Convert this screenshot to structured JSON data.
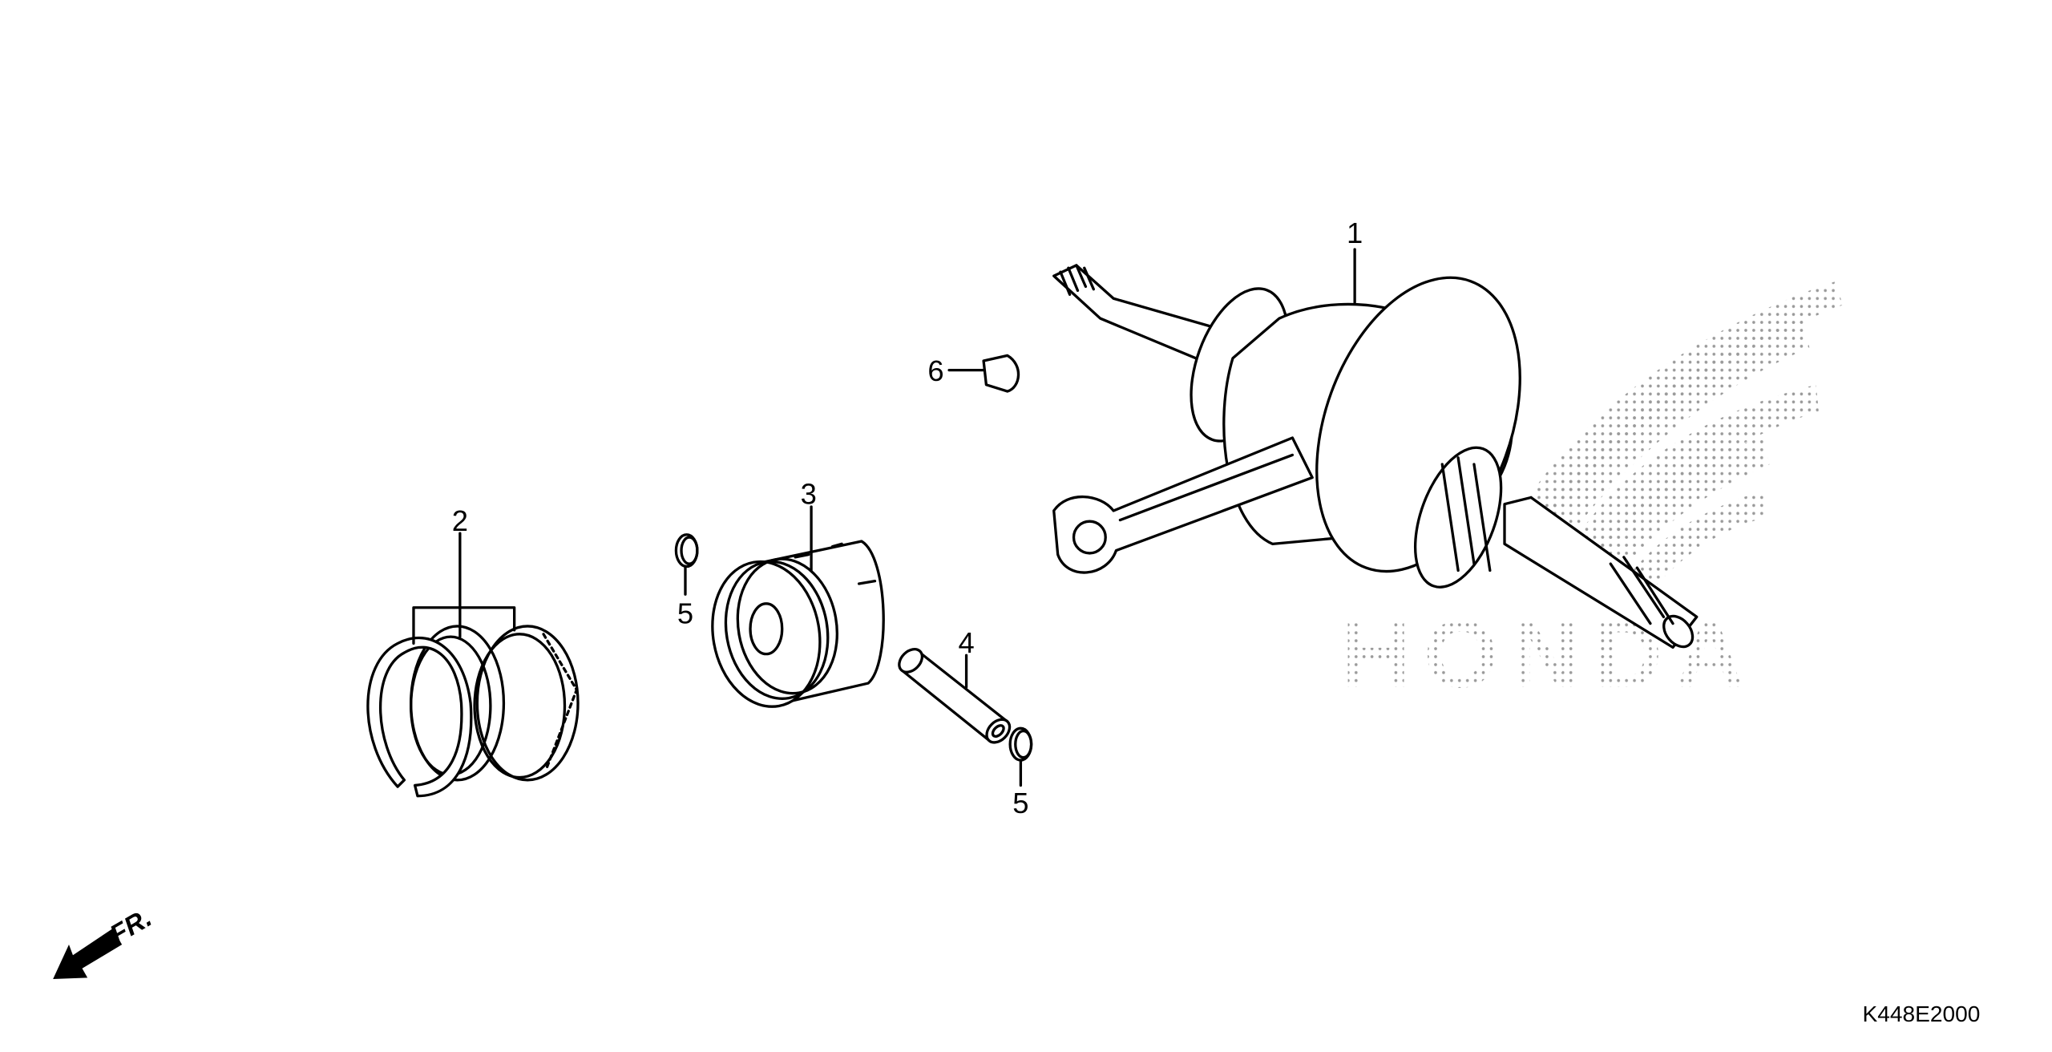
{
  "diagram": {
    "callouts": {
      "crankshaft": "1",
      "piston_rings": "2",
      "piston": "3",
      "piston_pin": "4",
      "pin_clip_left": "5",
      "pin_clip_right": "5",
      "woodruff_key": "6"
    },
    "front_indicator": "FR.",
    "diagram_code": "K448E2000",
    "watermark_text": "HONDA"
  }
}
